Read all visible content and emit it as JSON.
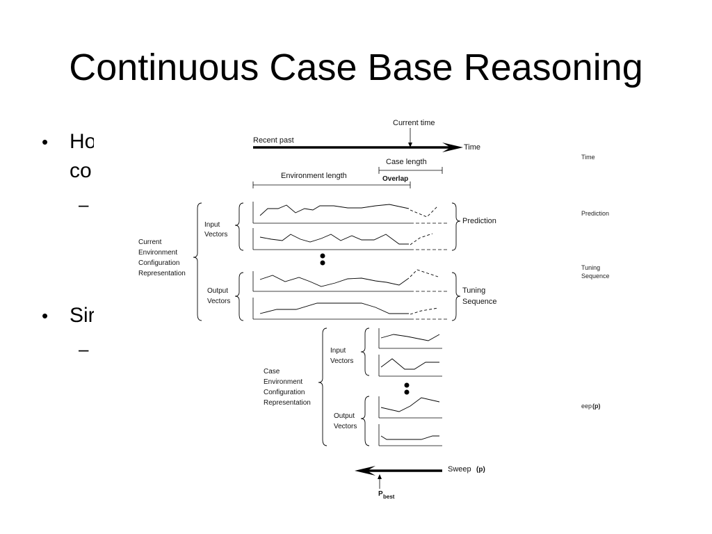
{
  "slide": {
    "title": "Continuous Case Base Reasoning",
    "bullets": [
      {
        "line1": "Ho",
        "line2": "co"
      },
      {
        "line1": "Sir"
      }
    ],
    "bullet_glyph": "•",
    "dash_glyph": "–"
  },
  "figure": {
    "current_time": "Current time",
    "recent_past": "Recent past",
    "time": "Time",
    "case_length": "Case length",
    "environment_length": "Environment length",
    "overlap": "Overlap",
    "input_vectors_1": "Input",
    "input_vectors_2": "Vectors",
    "output_vectors_1": "Output",
    "output_vectors_2": "Vectors",
    "current_env": [
      "Current",
      "Environment",
      "Configuration",
      "Representation"
    ],
    "case_env": [
      "Case",
      "Environment",
      "Configuration",
      "Representation"
    ],
    "prediction": "Prediction",
    "tuning_1": "Tuning",
    "tuning_2": "Sequence",
    "sweep": "Sweep",
    "sweep_p": "(p)",
    "p_best_main": "P",
    "p_best_sub": "best"
  },
  "ghost_labels": {
    "time": "Time",
    "prediction": "Prediction",
    "tuning_1": "Tuning",
    "tuning_2": "Sequence",
    "sweep": "eep",
    "sweep_p": "(p)"
  }
}
